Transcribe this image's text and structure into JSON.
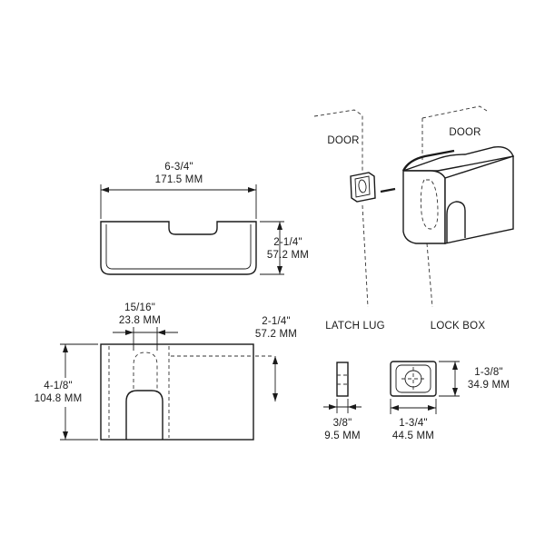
{
  "labels": {
    "door_left": "DOOR",
    "door_right": "DOOR",
    "latch_lug": "LATCH LUG",
    "lock_box": "LOCK BOX"
  },
  "dimensions": {
    "top_width_fraction": "6-3/4\"",
    "top_width_mm": "171.5 MM",
    "top_height_fraction": "2-1/4\"",
    "top_height_mm": "57.2 MM",
    "slot_width_fraction": "15/16\"",
    "slot_width_mm": "23.8 MM",
    "front_depth_fraction": "2-1/4\"",
    "front_depth_mm": "57.2 MM",
    "front_height_fraction": "4-1/8\"",
    "front_height_mm": "104.8 MM",
    "lug_width_fraction": "3/8\"",
    "lug_width_mm": "9.5 MM",
    "plate_width_fraction": "1-3/4\"",
    "plate_width_mm": "44.5 MM",
    "plate_height_fraction": "1-3/8\"",
    "plate_height_mm": "34.9 MM"
  }
}
